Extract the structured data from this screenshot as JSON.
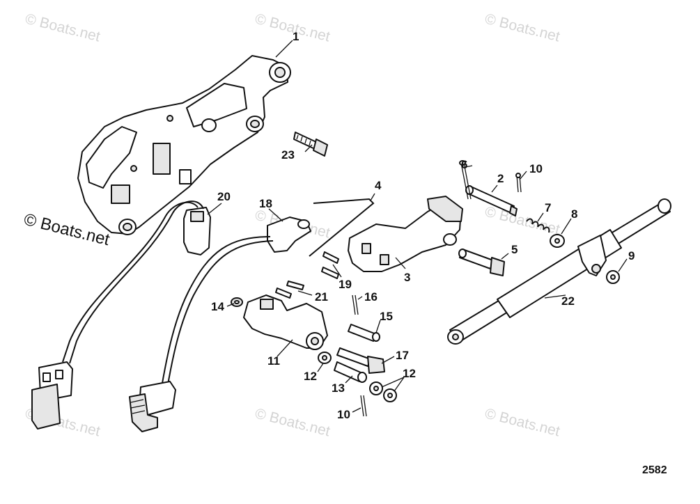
{
  "watermark": {
    "text": "© Boats.net",
    "main_text": "© Boats.net"
  },
  "figure_number": "2582",
  "callouts": [
    {
      "id": "1",
      "label": "1"
    },
    {
      "id": "2",
      "label": "2"
    },
    {
      "id": "3",
      "label": "3"
    },
    {
      "id": "4",
      "label": "4"
    },
    {
      "id": "5",
      "label": "5"
    },
    {
      "id": "6",
      "label": "6"
    },
    {
      "id": "7",
      "label": "7"
    },
    {
      "id": "8",
      "label": "8"
    },
    {
      "id": "9",
      "label": "9"
    },
    {
      "id": "10a",
      "label": "10"
    },
    {
      "id": "10b",
      "label": "10"
    },
    {
      "id": "11",
      "label": "11"
    },
    {
      "id": "12a",
      "label": "12"
    },
    {
      "id": "12b",
      "label": "12"
    },
    {
      "id": "13",
      "label": "13"
    },
    {
      "id": "14",
      "label": "14"
    },
    {
      "id": "15",
      "label": "15"
    },
    {
      "id": "16",
      "label": "16"
    },
    {
      "id": "17",
      "label": "17"
    },
    {
      "id": "18",
      "label": "18"
    },
    {
      "id": "19",
      "label": "19"
    },
    {
      "id": "20",
      "label": "20"
    },
    {
      "id": "21",
      "label": "21"
    },
    {
      "id": "22",
      "label": "22"
    },
    {
      "id": "23",
      "label": "23"
    }
  ],
  "colors": {
    "line": "#111111",
    "watermark": "#d4d4d4",
    "background": "#ffffff"
  }
}
